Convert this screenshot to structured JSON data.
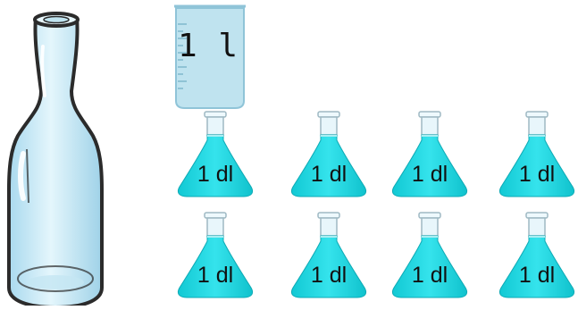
{
  "beaker": {
    "label": "1 l"
  },
  "flasks": [
    {
      "label": "1 dl"
    },
    {
      "label": "1 dl"
    },
    {
      "label": "1 dl"
    },
    {
      "label": "1 dl"
    },
    {
      "label": "1 dl"
    },
    {
      "label": "1 dl"
    },
    {
      "label": "1 dl"
    },
    {
      "label": "1 dl"
    }
  ],
  "colors": {
    "liquid": "#19d6e0",
    "glass": "#dff4fb",
    "outline": "#2b2b2b",
    "beaker_glass": "#bfe3ef"
  },
  "icons": [
    "bottle-icon",
    "beaker-icon",
    "flask-icon"
  ]
}
